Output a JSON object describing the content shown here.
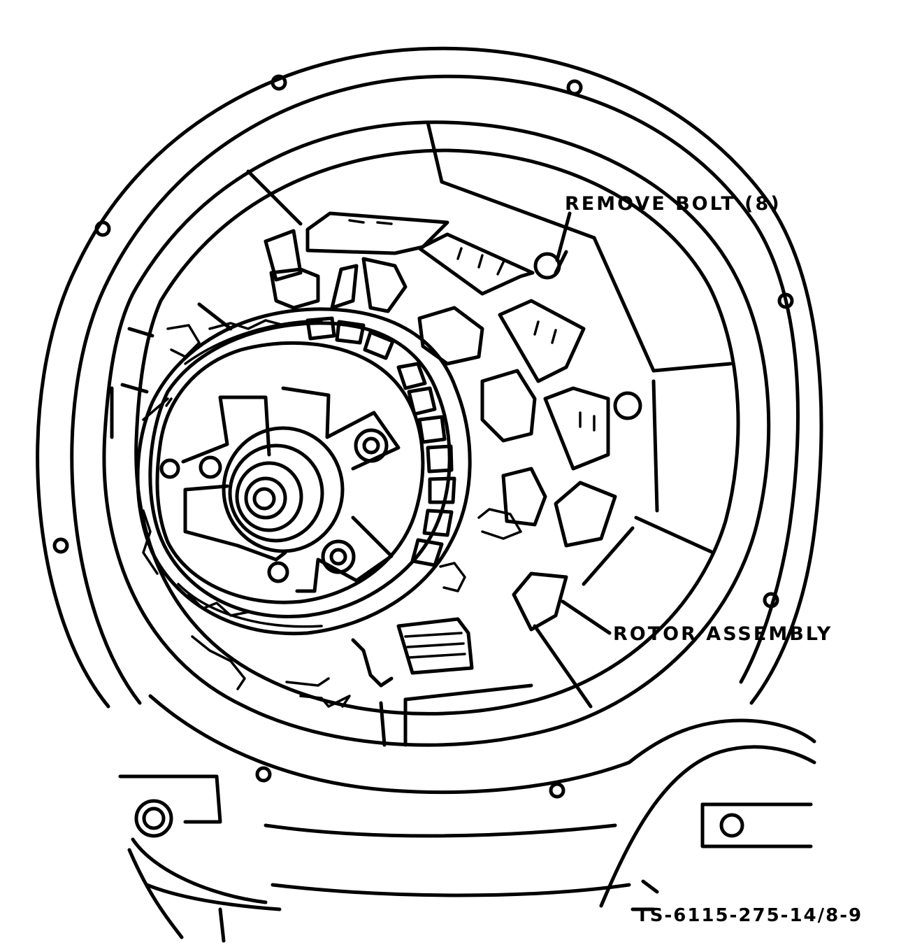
{
  "callouts": {
    "remove_bolt": "REMOVE BOLT (8)",
    "rotor_assembly": "ROTOR ASSEMBLY"
  },
  "figure_id": "TS-6115-275-14/8-9",
  "colors": {
    "ink": "#000000",
    "paper": "#ffffff"
  }
}
